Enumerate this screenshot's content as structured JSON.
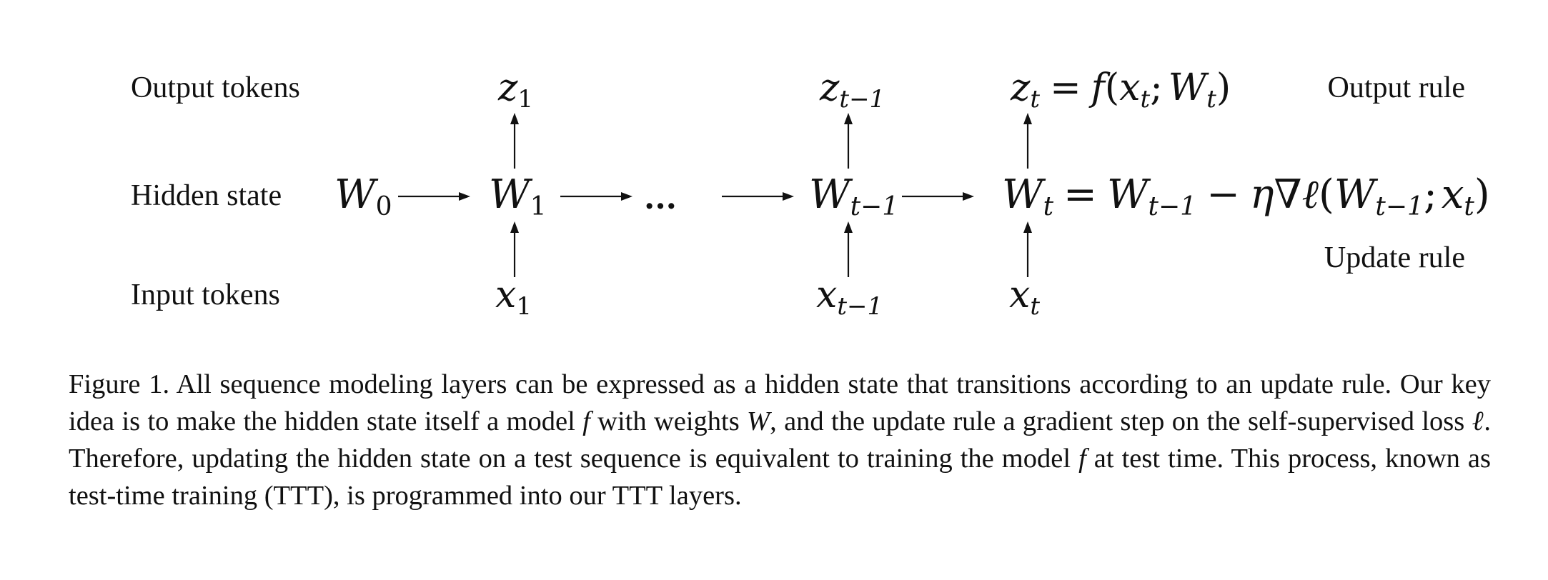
{
  "figure": {
    "row_labels": {
      "output": "Output tokens",
      "hidden": "Hidden state",
      "input": "Input tokens"
    },
    "rule_labels": {
      "output": "Output rule",
      "update": "Update rule"
    },
    "ellipsis": "...",
    "symbols": {
      "W": "W",
      "z": "z",
      "x": "x",
      "f": "f",
      "eta": "η",
      "nabla": "∇",
      "ell": "ℓ"
    },
    "subscripts": {
      "zero": "0",
      "one": "1",
      "t": "t",
      "t_minus_1": "t−1"
    },
    "operators": {
      "equals": "=",
      "minus": "−",
      "open_paren": "(",
      "close_paren": ")",
      "semicolon": ";"
    }
  },
  "caption": {
    "label": "Figure 1.",
    "segments": [
      " All sequence modeling layers can be expressed as a hidden state that transitions according to an update rule. Our key idea is to make the hidden state itself a model ",
      " with weights ",
      ", and the update rule a gradient step on the self-supervised loss ",
      ". Therefore, updating the hidden state on a test sequence is equivalent to training the model ",
      " at test time. This process, known as test-time training (TTT), is programmed into our TTT layers."
    ],
    "vars": [
      "f",
      "W",
      "ℓ",
      "f"
    ]
  }
}
